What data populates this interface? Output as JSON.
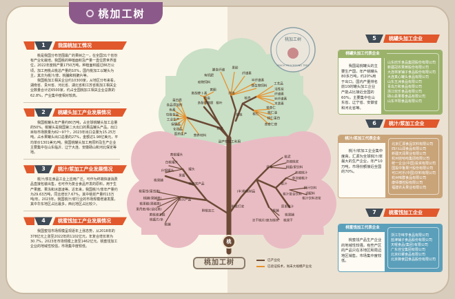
{
  "title": "桃加工树",
  "colors": {
    "title_bg": "#8c5a8a",
    "section_bar": "#e0582c",
    "number_bg": "#3e4a55",
    "canopy_green": "#c9dfc6",
    "canopy_pink": "#e9bcc4",
    "trunk": "#6b4a36",
    "branch_orange": "#e8922e",
    "sec5": "#9bb26b",
    "sec6": "#c9a479",
    "sec7": "#5b9fba"
  },
  "sections_left": [
    {
      "num": "1",
      "title": "我国桃加工情况",
      "paras": [
        "桃是我国分布范围最广的果树之一，在全国31个省份有产业化栽培。我国桃的种植面积及产量一直位居世界首位，2022年度桃产量1750万吨，种植面积超过86万公顷。加工用桃占桃总产量的10%，国内桃加工以罐头为主，其次为桃汁/浆、桃脯和桃脆片等。",
        "我国桃加工相关企业约10300家，从地区分布来看，湖南省、贵州省、河北省、湖北省和江苏省桃加工相关企业数量合计达6500家，约占全国桃加工相关企业总数的62.8%，产业集中度相对较高。"
      ]
    },
    {
      "num": "2",
      "title": "桃罐头加工产业发展情况",
      "paras": [
        "我国桃罐头年产量约80万吨，占全球桃罐头加工总量的50%。桃罐头是我国第二大出口的果品罐头产品，出口目标市场数量为82~97个，2023年出口总量为15.25万吨，占水果罐头出口总量的27%，金额达1.98亿美元，平均单价1301美元/吨。我国桃罐头加工用原料及生产企业主要集中在山东临沂、辽宁大连、安徽砀山和河北保定等地。"
      ]
    },
    {
      "num": "3",
      "title": "桃汁/浆加工产业发展情况",
      "paras": [
        "桃汁/浆在食品工业上应用广泛，可作为终端快速消费品直接包装出售，也可作为复合食品开发的原料，用于生产果酱、果冻和冰激凌等。近年来，我国桃汁/浆年产量约为29.63万吨，同比增长7.67%，其中桃浆产量约13万吨/年。2023年，我国桃汁/浆行业的市场规模增速发展，其中华东地区占比最多，西北地区占比较少。"
      ]
    },
    {
      "num": "4",
      "title": "桃蜜饯加工产业发展情况",
      "paras": [
        "我国蜜饯市场规模呈现逐年上涨态势，从2018年的378亿元上涨至2022年的1102亿元，年复合增长率为30.7%，2023年市场规模上涨至1462亿元。桃蜜饯加工企业的地域性较强，市场集中度较低。"
      ]
    }
  ],
  "sections_right": [
    {
      "num": "5",
      "title": "桃罐头加工企业",
      "tab": "桃罐头加工代表企业",
      "desc": "我国是桃罐头的主要生产国，年产桃罐头80多万吨，约20%用于出口。国内产量排名前10的罐头加工企业产能占比接近全国的60%，主要集中在山东省、辽宁省、安徽省和河北省等。",
      "companies": [
        "山东欣乐食品集团股份有限公司",
        "新疆冠农果茸股份有限公司",
        "大连林家铺子食品股份有限公司",
        "大连真心罐头食品有限公司",
        "山东五洲食品有限公司",
        "青岛万和食品有限公司",
        "浙江欢乐食品有限公司",
        "砀山县果香食品有限公司",
        "山东平阳食品有限公司"
      ]
    },
    {
      "num": "6",
      "title": "桃汁/浆加工企业",
      "tab": "桃汁/浆加工代表企业",
      "desc": "桃汁/浆加工企业集中度高。汇源为全球桃汁/浆最大的生产企业，年产10万吨，市场份额接近全国的70%。",
      "companies": [
        "北京汇源食品饮料有限公司",
        "四川山润食品有限公司",
        "新疆天润果业有限公司",
        "杭州娃哈哈集团有限公司",
        "统一企业(中国)投资有限公司",
        "国投中鲁果汁股份有限公司",
        "可口可乐(中国)饮料有限公司",
        "杭州味群食品有限公司",
        "康师傅控股有限公司",
        "福建农夫果业有限公司"
      ]
    },
    {
      "num": "7",
      "title": "桃蜜饯加工企业",
      "tab": "桃蜜饯加工代表企业",
      "desc": "桃蜜饯产品生产企业的地域性较强，有些产区的产品只在本地区和周边地区销售，市场集中度较低。",
      "companies": [
        "浙江华味亨食品有限公司",
        "盐津铺子食品股份有限公司",
        "天喔食品(集团)有限公司",
        "广东佳宝集团有限公司",
        "北京红螺食品有限公司",
        "北京御食园食品股份有限公司"
      ]
    }
  ],
  "seal": {
    "center": "桃加工树",
    "ring": "PEACH PROCESSING TREE"
  },
  "trunk_badge": "桃",
  "tree_labels": [
    "膳食纤维",
    "果胶",
    "纤维素",
    "半纤维素",
    "有机肥",
    "动物饲料",
    "微生物饲料",
    "残渣",
    "黄酮",
    "类胡萝卜素",
    "精油",
    "多酚类物质",
    "桃叶",
    "工艺品",
    "活性炭",
    "纤维素",
    "半纤维素",
    "木质素",
    "核壳",
    "桃仁",
    "苦杏仁",
    "桃仁油",
    "桃仁蛋白",
    "苦杏仁苷",
    "桃核",
    "蛋白质",
    "食品添加剂",
    "色素",
    "功能食品",
    "工业生产",
    "保健品",
    "化妆品",
    "医药生产",
    "营养材料",
    "桃花",
    "副产物加工利用",
    "黄桃罐头",
    "白桃罐头",
    "什锦罐头",
    "罐头",
    "果酱",
    "桃果脯",
    "传统农产品",
    "桃蜜饯(蜜饯类)",
    "桃脯(果脯类)",
    "桃果糕(果糕类)",
    "果丹皮/卷(话化类)",
    "黄桃速冻糕",
    "桃酱片/条",
    "桃脯",
    "新兴产品",
    "鲜桃加工",
    "鲜桃打浆",
    "(半)鲜桃制品",
    "打浆",
    "桃泥",
    "浓缩桃浆",
    "桃酱/果饮料",
    "浓缩桃汁",
    "非浓缩桃汁",
    "桃汁",
    "桃汁饮料",
    "调配料",
    "桃汁饮料浓浆",
    "桃汁复合饮料",
    "原果桃汁",
    "果脯",
    "桃果脯",
    "桃果干",
    "冻干桃片/速冻桃块"
  ],
  "legend": [
    {
      "label": "已产业化",
      "color": "#6b4a36"
    },
    {
      "label": "已验证技术，尚未大规模产业化",
      "color": "#e8922e"
    }
  ]
}
